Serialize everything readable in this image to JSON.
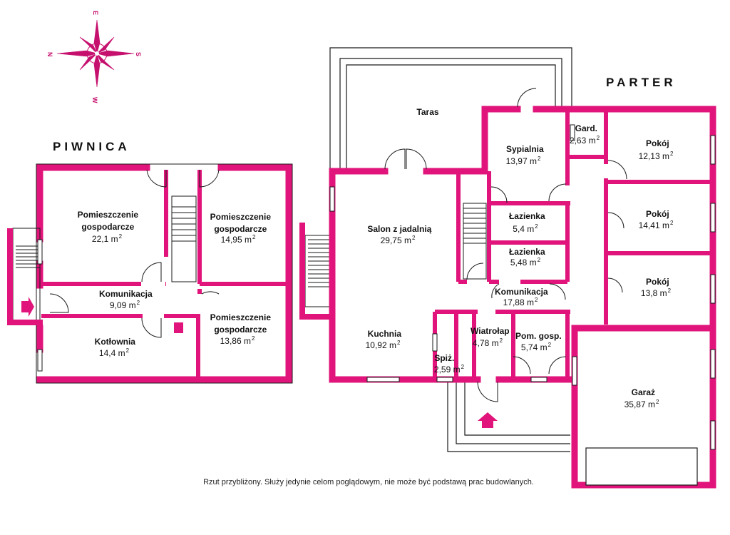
{
  "colors": {
    "wall": "#e0147a",
    "outline": "#1a1a1a",
    "compass": "#c6106e"
  },
  "compass": {
    "n": "N",
    "e": "E",
    "s": "S",
    "w": "W"
  },
  "sections": {
    "basement": "PIWNICA",
    "ground": "PARTER"
  },
  "rooms": {
    "pg1": {
      "name1": "Pomieszczenie",
      "name2": "gospodarcze",
      "area": "22,1 m",
      "sup": "2"
    },
    "pg2": {
      "name1": "Pomieszczenie",
      "name2": "gospodarcze",
      "area": "14,95 m",
      "sup": "2"
    },
    "kom1": {
      "name1": "Komunikacja",
      "area": "9,09 m",
      "sup": "2"
    },
    "pg3": {
      "name1": "Pomieszczenie",
      "name2": "gospodarcze",
      "area": "13,86 m",
      "sup": "2"
    },
    "kotl": {
      "name1": "Kotłownia",
      "area": "14,4 m",
      "sup": "2"
    },
    "taras": {
      "name1": "Taras"
    },
    "salon": {
      "name1": "Salon z jadalnią",
      "area": "29,75 m",
      "sup": "2"
    },
    "kuchnia": {
      "name1": "Kuchnia",
      "area": "10,92 m",
      "sup": "2"
    },
    "spiz": {
      "name1": "Spiż.",
      "area": "2,59 m",
      "sup": "2"
    },
    "sypialnia": {
      "name1": "Sypialnia",
      "area": "13,97 m",
      "sup": "2"
    },
    "gard": {
      "name1": "Gard.",
      "area": "2,63 m",
      "sup": "2"
    },
    "laz1": {
      "name1": "Łazienka",
      "area": "5,4 m",
      "sup": "2"
    },
    "laz2": {
      "name1": "Łazienka",
      "area": "5,48 m",
      "sup": "2"
    },
    "kom2": {
      "name1": "Komunikacja",
      "area": "17,88 m",
      "sup": "2"
    },
    "wiatrolap": {
      "name1": "Wiatrołap",
      "area": "4,78 m",
      "sup": "2"
    },
    "pomgosp": {
      "name1": "Pom. gosp.",
      "area": "5,74 m",
      "sup": "2"
    },
    "pokoj1": {
      "name1": "Pokój",
      "area": "12,13 m",
      "sup": "2"
    },
    "pokoj2": {
      "name1": "Pokój",
      "area": "14,41 m",
      "sup": "2"
    },
    "pokoj3": {
      "name1": "Pokój",
      "area": "13,8 m",
      "sup": "2"
    },
    "garaz": {
      "name1": "Garaż",
      "area": "35,87 m",
      "sup": "2"
    }
  },
  "disclaimer": "Rzut przybliżony. Służy jedynie celom poglądowym, nie może być podstawą prac budowlanych."
}
